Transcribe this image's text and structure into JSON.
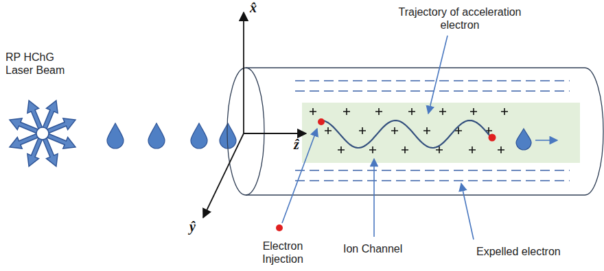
{
  "diagram": {
    "labels": [
      "RP HChG Laser Beam",
      "x̂",
      "ẑ",
      "ŷ",
      "Trajectory of acceleration electron",
      "Electron Injection",
      "Ion Channel",
      "Expelled electron"
    ]
  }
}
